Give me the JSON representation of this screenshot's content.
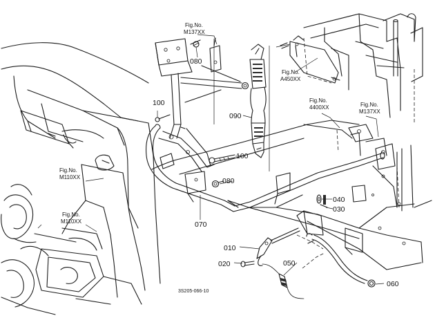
{
  "callouts": {
    "p080a": "080",
    "p100a": "100",
    "p090": "090",
    "p100b": "100",
    "p080b": "080",
    "p070": "070",
    "p040": "040",
    "p030": "030",
    "p010": "010",
    "p020": "020",
    "p050": "050",
    "p060": "060"
  },
  "fig_refs": {
    "m137_top": {
      "line1": "Fig.No.",
      "line2": "M137XX"
    },
    "a450": {
      "line1": "Fig.No.",
      "line2": "A450XX"
    },
    "f4400": {
      "line1": "Fig.No.",
      "line2": "4400XX"
    },
    "m137_right": {
      "line1": "Fig.No.",
      "line2": "M137XX"
    },
    "m110_upper": {
      "line1": "Fig.No.",
      "line2": "M110XX"
    },
    "m110_lower": {
      "line1": "Fig.No.",
      "line2": "M110XX"
    }
  },
  "drawing_code": "3S205-066-10"
}
